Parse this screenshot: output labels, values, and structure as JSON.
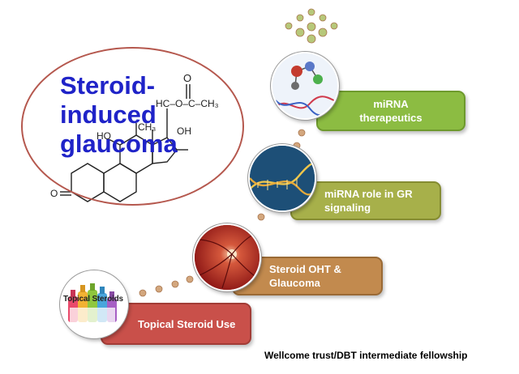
{
  "title": "Steroid-\ninduced\nglaucoma",
  "image_label": "Topical Steroids",
  "footer": "Wellcome trust/DBT intermediate fellowship",
  "steps": [
    {
      "label": "Topical Steroid Use",
      "fill": "#c9504a",
      "border": "#a23c36"
    },
    {
      "label": "Steroid OHT &\nGlaucoma",
      "fill": "#c28a4e",
      "border": "#9a6a35"
    },
    {
      "label": "miRNA role in GR\nsignaling",
      "fill": "#a7b04a",
      "border": "#858c31"
    },
    {
      "label": "miRNA\ntherapeutics",
      "fill": "#8cbc42",
      "border": "#6e9a2d"
    }
  ],
  "chemistry": {
    "carbonyl": "O",
    "ester": "HC–O–C–CH₃",
    "hydroxyl_left": "HO",
    "methyl": "CH₃",
    "hydroxyl_right": "OH",
    "ketone": "O"
  },
  "colors": {
    "title": "#1f23c8",
    "oval_border": "#b5584e",
    "dot_fill": "#d3a77e",
    "dot_stroke": "#a9764e",
    "top_dot_fill": "#b7c87a"
  }
}
